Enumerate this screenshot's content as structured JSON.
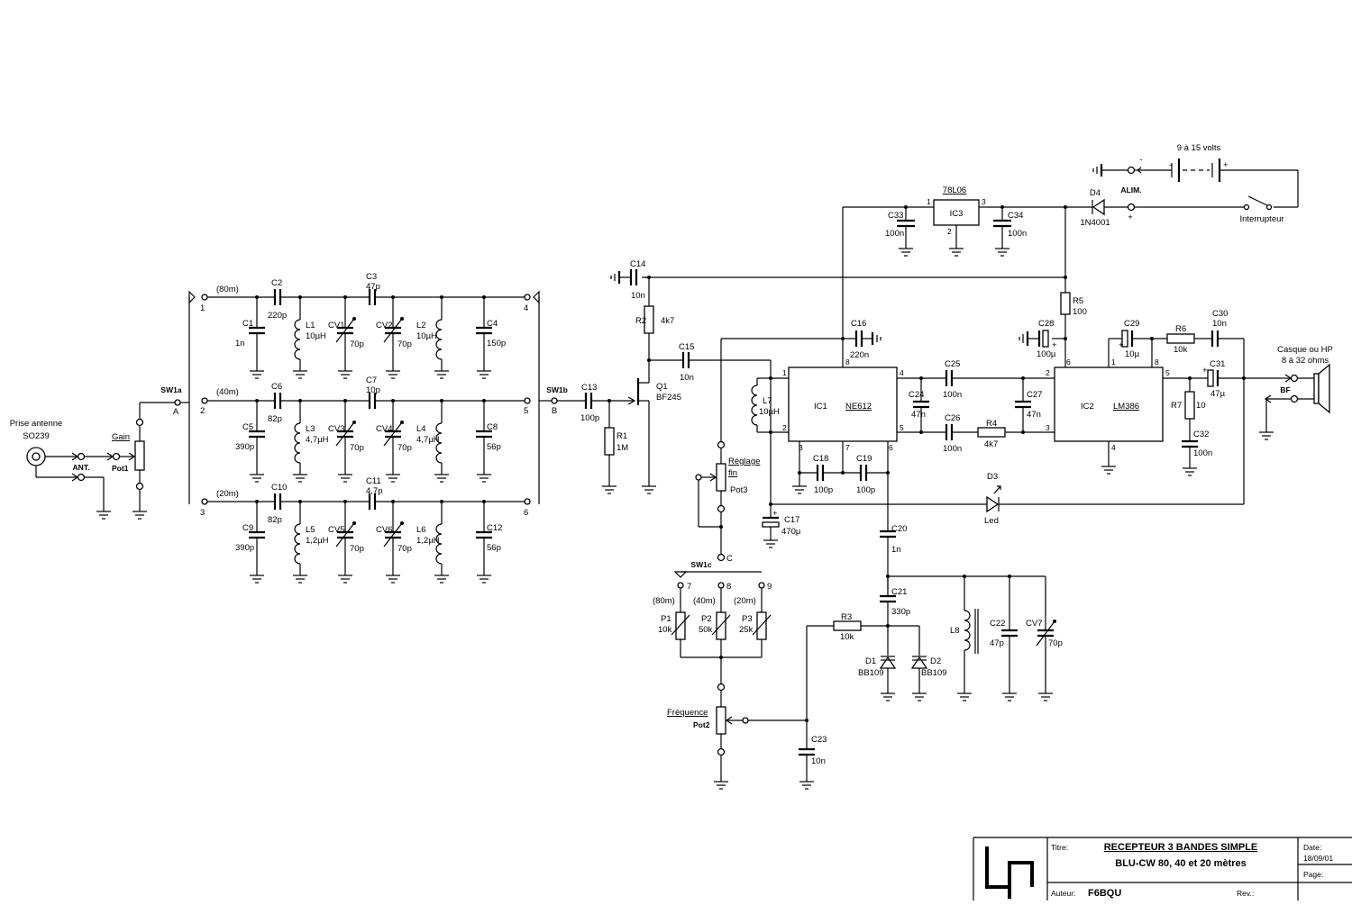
{
  "title_block": {
    "title_label": "Titre:",
    "title_line1": "RECEPTEUR 3 BANDES SIMPLE",
    "title_line2": "BLU-CW  80, 40 et 20 mètres",
    "author_label": "Auteur:",
    "author": "F6BQU",
    "rev_label": "Rev.:",
    "date_label": "Date:",
    "date": "18/09/01",
    "page_label": "Page:"
  },
  "power": {
    "voltage": "9 à 15 volts",
    "alim": "ALIM.",
    "switch": "Interrupteur",
    "plus": "+",
    "minus": "-"
  },
  "headphone": {
    "line1": "Casque ou HP",
    "line2": "8 à 32 ohms",
    "bf": "BF"
  },
  "antenna": {
    "line1": "Prise antenne",
    "line2": "SO239",
    "ant": "ANT."
  },
  "bands": {
    "b80": "(80m)",
    "b40": "(40m)",
    "b20": "(20m)"
  },
  "switches": {
    "sw1a": "SW1a",
    "sw1b": "SW1b",
    "sw1c": "SW1c",
    "a": "A",
    "b": "B",
    "c": "C"
  },
  "controls": {
    "gain": "Gain",
    "pot1": "Pot1",
    "reglage": "Réglage",
    "fin": "fin",
    "pot3": "Pot3",
    "frequence": "Fréquence",
    "pot2": "Pot2"
  },
  "pins": [
    "1",
    "2",
    "3",
    "4",
    "5",
    "6",
    "7",
    "8",
    "9"
  ],
  "components": {
    "C1": [
      "C1",
      "1n"
    ],
    "C2": [
      "C2",
      "220p"
    ],
    "C3": [
      "C3",
      "47p"
    ],
    "C4": [
      "C4",
      "150p"
    ],
    "C5": [
      "C5",
      "390p"
    ],
    "C6": [
      "C6",
      "82p"
    ],
    "C7": [
      "C7",
      "10p"
    ],
    "C8": [
      "C8",
      "56p"
    ],
    "C9": [
      "C9",
      "390p"
    ],
    "C10": [
      "C10",
      "82p"
    ],
    "C11": [
      "C11",
      "4,7p"
    ],
    "C12": [
      "C12",
      "56p"
    ],
    "C13": [
      "C13",
      "100p"
    ],
    "C14": [
      "C14",
      "10n"
    ],
    "C15": [
      "C15",
      "10n"
    ],
    "C16": [
      "C16",
      "220n"
    ],
    "C17": [
      "C17",
      "470µ"
    ],
    "C18": [
      "C18",
      "100p"
    ],
    "C19": [
      "C19",
      "100p"
    ],
    "C20": [
      "C20",
      "1n"
    ],
    "C21": [
      "C21",
      "330p"
    ],
    "C22": [
      "C22",
      "47p"
    ],
    "C23": [
      "C23",
      "10n"
    ],
    "C24": [
      "C24",
      "47n"
    ],
    "C25": [
      "C25",
      "100n"
    ],
    "C26": [
      "C26",
      "100n"
    ],
    "C27": [
      "C27",
      "47n"
    ],
    "C28": [
      "C28",
      "100µ"
    ],
    "C29": [
      "C29",
      "10µ"
    ],
    "C30": [
      "C30",
      "10n"
    ],
    "C31": [
      "C31",
      "47µ"
    ],
    "C32": [
      "C32",
      "100n"
    ],
    "C33": [
      "C33",
      "100n"
    ],
    "C34": [
      "C34",
      "100n"
    ],
    "L1": [
      "L1",
      "10µH"
    ],
    "L2": [
      "L2",
      "10µH"
    ],
    "L3": [
      "L3",
      "4,7µH"
    ],
    "L4": [
      "L4",
      "4,7µH"
    ],
    "L5": [
      "L5",
      "1,2µH"
    ],
    "L6": [
      "L6",
      "1,2µH"
    ],
    "L7": [
      "L7",
      "10µH"
    ],
    "L8": [
      "L8",
      ""
    ],
    "CV1": [
      "CV1",
      "70p"
    ],
    "CV2": [
      "CV2",
      "70p"
    ],
    "CV3": [
      "CV3",
      "70p"
    ],
    "CV4": [
      "CV4",
      "70p"
    ],
    "CV5": [
      "CV5",
      "70p"
    ],
    "CV6": [
      "CV6",
      "70p"
    ],
    "CV7": [
      "CV7",
      "70p"
    ],
    "R1": [
      "R1",
      "1M"
    ],
    "R2": [
      "R2",
      "4k7"
    ],
    "R3": [
      "R3",
      "10k"
    ],
    "R4": [
      "R4",
      "4k7"
    ],
    "R5": [
      "R5",
      "100"
    ],
    "R6": [
      "R6",
      "10k"
    ],
    "R7": [
      "R7",
      "10"
    ],
    "P1": [
      "P1",
      "10k"
    ],
    "P2": [
      "P2",
      "50k"
    ],
    "P3": [
      "P3",
      "25k"
    ],
    "Q1": [
      "Q1",
      "BF245"
    ],
    "D1": [
      "D1",
      "BB109"
    ],
    "D2": [
      "D2",
      "BB109"
    ],
    "D3": [
      "D3",
      "Led"
    ],
    "D4": [
      "D4",
      "1N4001"
    ],
    "IC1": [
      "IC1",
      "NE612"
    ],
    "IC2": [
      "IC2",
      "LM386"
    ],
    "IC3": [
      "IC3",
      "78L06"
    ]
  }
}
